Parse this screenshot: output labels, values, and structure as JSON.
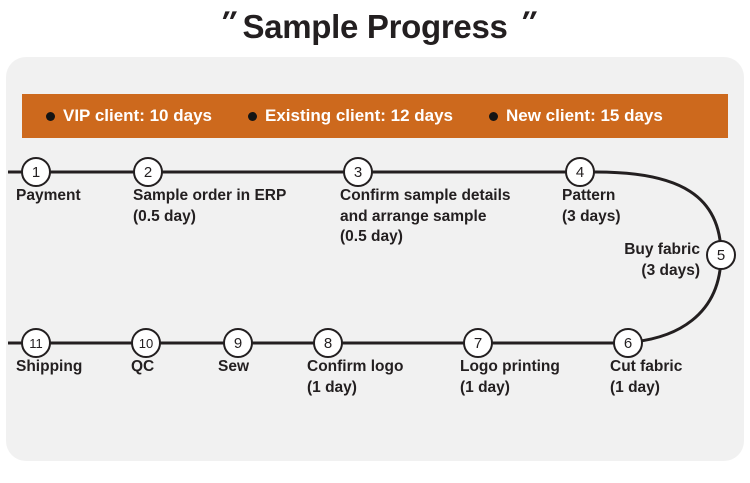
{
  "title": {
    "text": "Sample Progress",
    "quote_left": "″",
    "quote_right": "″"
  },
  "banner": {
    "background_color": "#cd691d",
    "text_color": "#ffffff",
    "items": [
      {
        "label": "VIP client: 10 days"
      },
      {
        "label": "Existing client: 12 days"
      },
      {
        "label": "New client: 15 days"
      }
    ]
  },
  "flow": {
    "line_color": "#231f20",
    "node_fill": "#ffffff",
    "card_background": "#f1f1f1",
    "nodes": [
      {
        "number": "1",
        "name": "Payment",
        "duration": ""
      },
      {
        "number": "2",
        "name": "Sample order in ERP",
        "duration": "(0.5 day)"
      },
      {
        "number": "3",
        "name": "Confirm sample details",
        "name2": "and arrange sample",
        "duration": "(0.5 day)"
      },
      {
        "number": "4",
        "name": "Pattern",
        "duration": "(3 days)"
      },
      {
        "number": "5",
        "name": "Buy fabric",
        "duration": "(3 days)"
      },
      {
        "number": "6",
        "name": "Cut fabric",
        "duration": "(1 day)"
      },
      {
        "number": "7",
        "name": "Logo printing",
        "duration": "(1 day)"
      },
      {
        "number": "8",
        "name": "Confirm logo",
        "duration": "(1 day)"
      },
      {
        "number": "9",
        "name": "Sew",
        "duration": ""
      },
      {
        "number": "10",
        "name": "QC",
        "duration": ""
      },
      {
        "number": "11",
        "name": "Shipping",
        "duration": ""
      }
    ]
  }
}
